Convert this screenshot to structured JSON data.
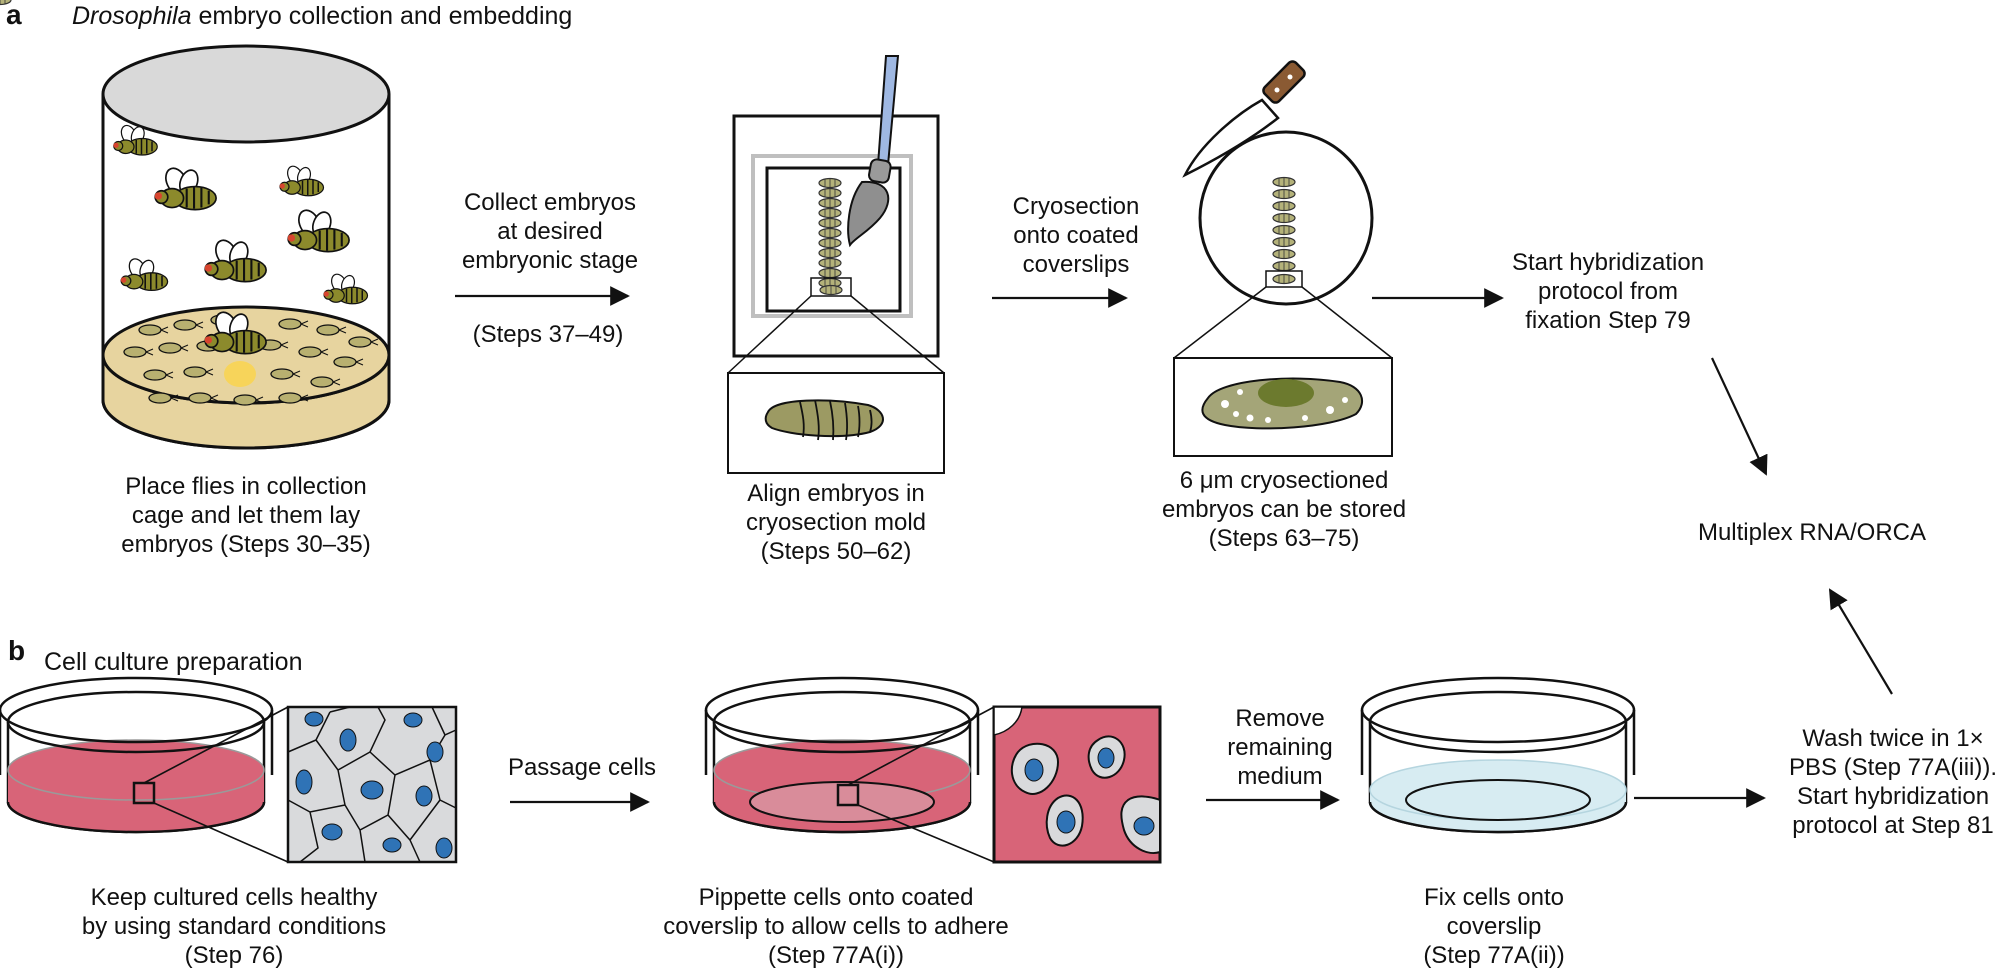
{
  "panel_a": {
    "letter": "a",
    "title_italic": "Drosophila",
    "title_rest": " embryo collection and embedding",
    "step1": [
      "Place flies in collection",
      "cage and let them lay",
      "embryos (Steps 30–35)"
    ],
    "arrow1": [
      "Collect embryos",
      "at desired",
      "embryonic stage"
    ],
    "arrow1_steps": "(Steps 37–49)",
    "step2": [
      "Align embryos in",
      "cryosection mold",
      "(Steps 50–62)"
    ],
    "arrow2": [
      "Cryosection",
      "onto coated",
      "coverslips"
    ],
    "step3": [
      "6 μm cryosectioned",
      "embryos can be stored",
      "(Steps 63–75)"
    ],
    "step4": [
      "Start hybridization",
      "protocol from",
      "fixation Step 79"
    ]
  },
  "center": {
    "label": "Multiplex RNA/ORCA"
  },
  "panel_b": {
    "letter": "b",
    "title": "Cell culture preparation",
    "step1": [
      "Keep cultured cells healthy",
      "by using standard conditions",
      "(Step 76)"
    ],
    "arrow1": "Passage cells",
    "step2": [
      "Pippette cells onto coated",
      "coverslip to allow cells to adhere",
      "(Step 77A(i))"
    ],
    "arrow2": [
      "Remove",
      "remaining",
      "medium"
    ],
    "step3": [
      "Fix cells onto",
      "coverslip",
      "(Step 77A(ii))"
    ],
    "step4": [
      "Wash twice in 1×",
      "PBS (Step 77A(iii)).",
      "Start hybridization",
      "protocol at Step 81"
    ]
  },
  "colors": {
    "agar": "#e7d49f",
    "fly_body": "#8c8a2c",
    "fly_eye": "#d8452f",
    "medium": "#d86478",
    "cell_fill": "#d9dadc",
    "nucleus": "#2f73b6",
    "fix_liquid": "#d7ecf2",
    "embryo": "#9c9a63"
  },
  "icons": [
    "fly-icon",
    "paintbrush-icon",
    "knife-icon",
    "petri-dish-icon",
    "cell-icon"
  ]
}
